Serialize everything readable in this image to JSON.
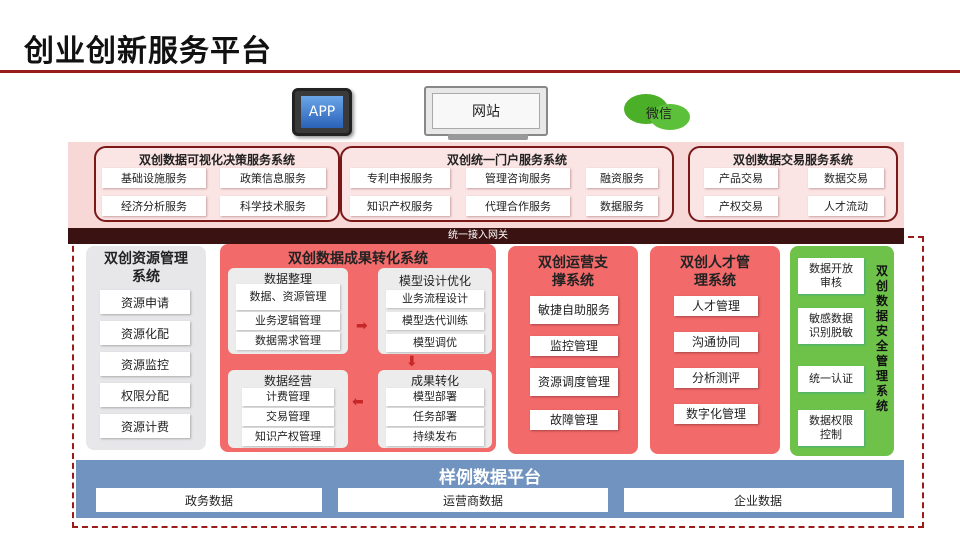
{
  "title": "创业创新服务平台",
  "channels": {
    "app": "APP",
    "web": "网站",
    "wechat": "微信"
  },
  "top_groups": [
    {
      "title": "双创数据可视化决策服务系统",
      "items": [
        "基础设施服务",
        "政策信息服务",
        "经济分析服务",
        "科学技术服务"
      ]
    },
    {
      "title": "双创统一门户服务系统",
      "items": [
        "专利申报服务",
        "管理咨询服务",
        "融资服务",
        "知识产权服务",
        "代理合作服务",
        "数据服务"
      ]
    },
    {
      "title": "双创数据交易服务系统",
      "items": [
        "产品交易",
        "数据交易",
        "产权交易",
        "人才流动"
      ]
    }
  ],
  "gateway": "统一接入网关",
  "resource": {
    "title": "双创资源管理系统",
    "items": [
      "资源申请",
      "资源化配",
      "资源监控",
      "权限分配",
      "资源计费"
    ]
  },
  "achievement": {
    "title": "双创数据成果转化系统",
    "blocks": [
      {
        "title": "数据整理",
        "items": [
          "数据、资源管理",
          "业务逻辑管理",
          "数据需求管理"
        ]
      },
      {
        "title": "模型设计优化",
        "items": [
          "业务流程设计",
          "模型迭代训练",
          "模型调优"
        ]
      },
      {
        "title": "数据经营",
        "items": [
          "计费管理",
          "交易管理",
          "知识产权管理"
        ]
      },
      {
        "title": "成果转化",
        "items": [
          "模型部署",
          "任务部署",
          "持续发布"
        ]
      }
    ]
  },
  "operation": {
    "title": "双创运营支撑系统",
    "items": [
      "敏捷自助服务",
      "监控管理",
      "资源调度管理",
      "故障管理"
    ]
  },
  "talent": {
    "title": "双创人才管理系统",
    "items": [
      "人才管理",
      "沟通协同",
      "分析测评",
      "数字化管理"
    ]
  },
  "security": {
    "title": "双创数据安全管理系统",
    "items": [
      "数据开放审核",
      "敏感数据识别脱敏",
      "统一认证",
      "数据权限控制"
    ]
  },
  "sample": {
    "title": "样例数据平台",
    "items": [
      "政务数据",
      "运营商数据",
      "企业数据"
    ]
  }
}
